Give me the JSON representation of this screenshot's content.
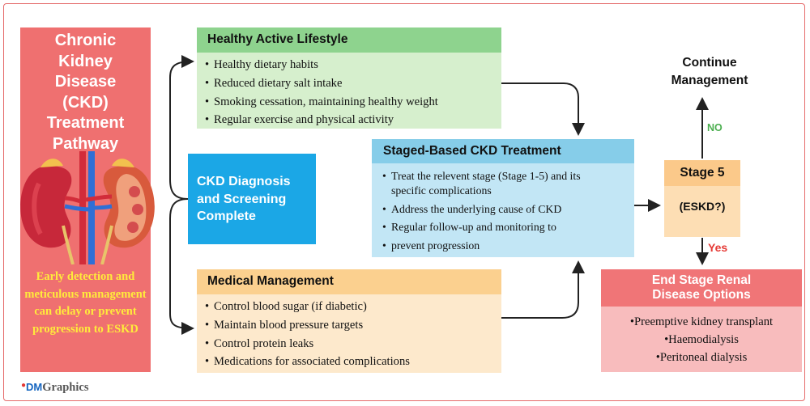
{
  "left_panel": {
    "title_lines": [
      "Chronic",
      "Kidney",
      "Disease",
      "(CKD)",
      "Treatment",
      "Pathway"
    ],
    "caption": "Early detection and meticulous management can delay or prevent progression to ESKD"
  },
  "lifestyle": {
    "title": "Healthy Active Lifestyle",
    "items": [
      "Healthy dietary habits",
      "Reduced dietary salt intake",
      "Smoking cessation, maintaining healthy weight",
      "Regular exercise and physical activity"
    ]
  },
  "diagnosis": {
    "lines": [
      "CKD Diagnosis",
      "and Screening",
      "Complete"
    ]
  },
  "medical": {
    "title": "Medical Management",
    "items": [
      "Control blood sugar (if diabetic)",
      "Maintain blood pressure targets",
      "Control protein leaks",
      "Medications for associated complications"
    ]
  },
  "staged": {
    "title": "Staged-Based CKD Treatment",
    "items": [
      "Treat the relevent stage (Stage 1-5) and its",
      "specific complications",
      "Address the underlying cause of CKD",
      "Regular follow-up and monitoring to",
      "prevent progression"
    ]
  },
  "stage5": {
    "title": "Stage 5",
    "label": "(ESKD?)"
  },
  "continue": {
    "lines": [
      "Continue",
      "Management"
    ],
    "no_label": "NO"
  },
  "eskd": {
    "yes_label": "Yes",
    "title_lines": [
      "End Stage Renal",
      "Disease Options"
    ],
    "items": [
      "Preemptive kidney transplant",
      "Haemodialysis",
      "Peritoneal dialysis"
    ]
  },
  "watermark": {
    "prefix": "DM",
    "suffix": "Graphics"
  },
  "colors": {
    "left_panel": "#ef7070",
    "caption": "#ffeb3b",
    "lifestyle_head": "#8ed38e",
    "lifestyle_body": "#d6efcd",
    "diagnosis": "#1ba7e6",
    "medical_head": "#fbd08f",
    "medical_body": "#fde9cc",
    "staged_head": "#86cde9",
    "staged_body": "#c2e6f5",
    "stage5": "#fbc98a",
    "eskd_head": "#f07577",
    "eskd_body": "#f8bcbd",
    "no": "#4caf50",
    "yes": "#e53935"
  },
  "icons": [
    "kidney-illustration",
    "arrow-icon"
  ]
}
